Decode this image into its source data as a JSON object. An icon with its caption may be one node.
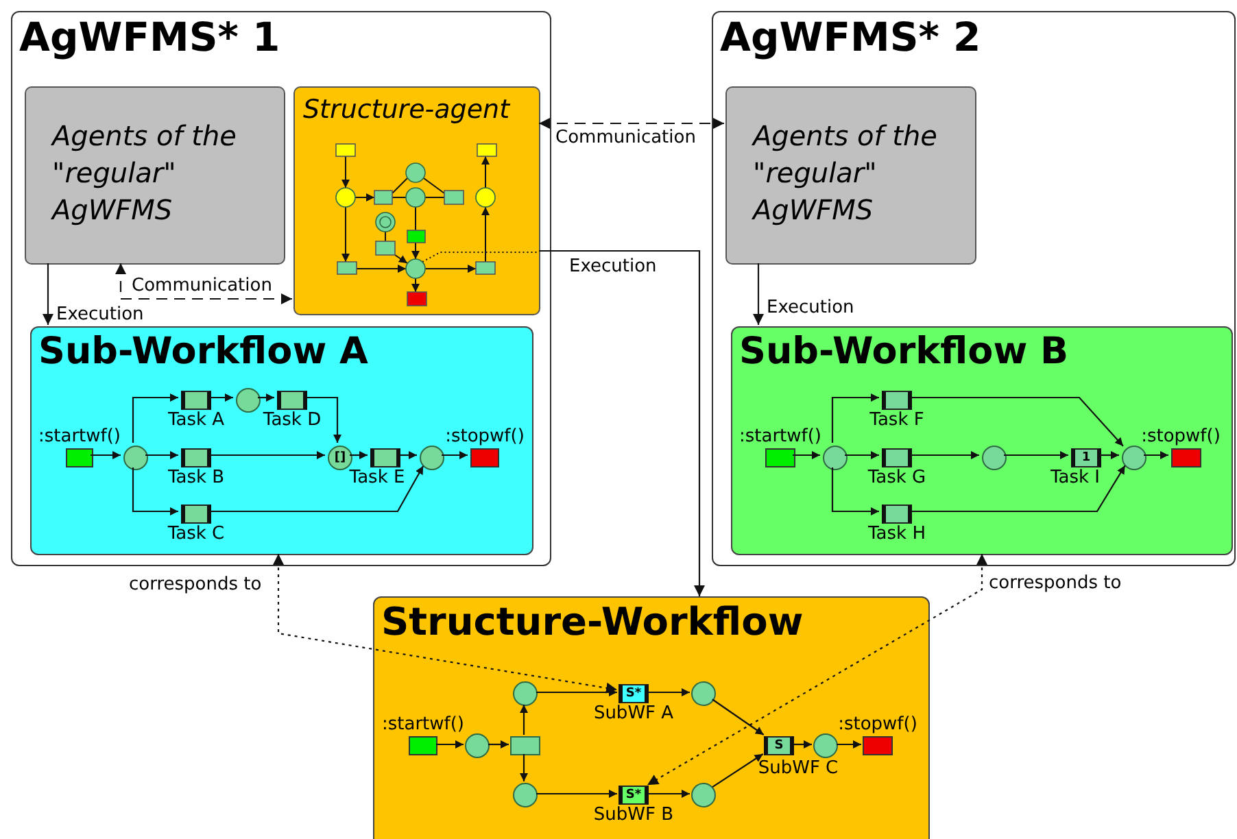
{
  "diagram": {
    "nodes": [
      {
        "text": [
          "AgWFMS* 1"
        ]
      },
      {
        "text": [
          "Agents of the \"regular\" AgWFMS"
        ],
        "in": 0
      },
      {
        "text": [
          "Structure-agent"
        ],
        "in": 0
      },
      {
        "text": [
          "Sub-Workflow A"
        ],
        "in": 0
      },
      {
        "text": [
          ":startwf()"
        ],
        "in": 3
      },
      {
        "text": [],
        "shape": "circle",
        "in": 3
      },
      {
        "text": [
          "Task A"
        ],
        "in": 3
      },
      {
        "text": [],
        "shape": "circle",
        "in": 3
      },
      {
        "text": [
          "Task D"
        ],
        "in": 3
      },
      {
        "text": [
          "Task B"
        ],
        "in": 3
      },
      {
        "text": [
          "[]"
        ],
        "in": 3
      },
      {
        "text": [
          "Task E"
        ],
        "in": 3
      },
      {
        "text": [
          "Task C"
        ],
        "in": 3
      },
      {
        "text": [],
        "shape": "circle",
        "in": 3
      },
      {
        "text": [
          ":stopwf()"
        ],
        "in": 3
      },
      {
        "text": [
          "AgWFMS* 2"
        ]
      },
      {
        "text": [
          "Agents of the \"regular\" AgWFMS"
        ],
        "in": 15
      },
      {
        "text": [
          "Sub-Workflow B"
        ],
        "in": 15
      },
      {
        "text": [
          ":startwf()"
        ],
        "in": 17
      },
      {
        "text": [],
        "shape": "circle",
        "in": 17
      },
      {
        "text": [
          "Task F"
        ],
        "in": 17
      },
      {
        "text": [
          "Task G"
        ],
        "in": 17
      },
      {
        "text": [
          "Task H"
        ],
        "in": 17
      },
      {
        "text": [],
        "shape": "circle",
        "in": 17
      },
      {
        "text": [
          "1",
          "Task I"
        ],
        "in": 17
      },
      {
        "text": [],
        "shape": "circle",
        "in": 17
      },
      {
        "text": [
          ":stopwf()"
        ],
        "in": 17
      },
      {
        "text": [
          "Structure-Workflow"
        ]
      },
      {
        "text": [
          ":startwf()"
        ],
        "in": 27
      },
      {
        "text": [],
        "shape": "circle",
        "in": 27
      },
      {
        "text": [],
        "shape": "box",
        "in": 27
      },
      {
        "text": [],
        "shape": "circle",
        "in": 27
      },
      {
        "text": [],
        "shape": "circle",
        "in": 27
      },
      {
        "text": [
          "S*",
          "SubWF A"
        ],
        "in": 27
      },
      {
        "text": [
          "S*",
          "SubWF B"
        ],
        "in": 27
      },
      {
        "text": [],
        "shape": "circle",
        "in": 27
      },
      {
        "text": [],
        "shape": "circle",
        "in": 27
      },
      {
        "text": [
          "S",
          "SubWF C"
        ],
        "in": 27
      },
      {
        "text": [],
        "shape": "circle",
        "in": 27
      },
      {
        "text": [
          ":stopwf()"
        ],
        "in": 27
      }
    ],
    "edges": [
      {
        "from": 1,
        "to": 3,
        "arrow": "to",
        "label": "Execution"
      },
      {
        "from": 1,
        "to": 2,
        "arrow": "both",
        "label": "Communication",
        "style": "dashed"
      },
      {
        "from": 2,
        "to": 16,
        "arrow": "both",
        "label": "Communication",
        "style": "dashed"
      },
      {
        "from": 2,
        "to": 27,
        "arrow": "to",
        "label": "Execution"
      },
      {
        "from": 16,
        "to": 17,
        "arrow": "to",
        "label": "Execution"
      },
      {
        "from": 3,
        "to": 33,
        "arrow": "both",
        "label": "corresponds to",
        "style": "dashed"
      },
      {
        "from": 17,
        "to": 34,
        "arrow": "both",
        "label": "corresponds to",
        "style": "dashed"
      },
      {
        "from": 4,
        "to": 5,
        "arrow": "to"
      },
      {
        "from": 5,
        "to": 6,
        "arrow": "to"
      },
      {
        "from": 6,
        "to": 7,
        "arrow": "to"
      },
      {
        "from": 7,
        "to": 8,
        "arrow": "to"
      },
      {
        "from": 8,
        "to": 10,
        "arrow": "to"
      },
      {
        "from": 5,
        "to": 9,
        "arrow": "to"
      },
      {
        "from": 9,
        "to": 10,
        "arrow": "to"
      },
      {
        "from": 10,
        "to": 11,
        "arrow": "to"
      },
      {
        "from": 11,
        "to": 13,
        "arrow": "to"
      },
      {
        "from": 5,
        "to": 12,
        "arrow": "to"
      },
      {
        "from": 12,
        "to": 13,
        "arrow": "to"
      },
      {
        "from": 13,
        "to": 14,
        "arrow": "to"
      },
      {
        "from": 18,
        "to": 19,
        "arrow": "to"
      },
      {
        "from": 19,
        "to": 20,
        "arrow": "to"
      },
      {
        "from": 19,
        "to": 21,
        "arrow": "to"
      },
      {
        "from": 19,
        "to": 22,
        "arrow": "to"
      },
      {
        "from": 21,
        "to": 23,
        "arrow": "to"
      },
      {
        "from": 23,
        "to": 24,
        "arrow": "to"
      },
      {
        "from": 24,
        "to": 25,
        "arrow": "to"
      },
      {
        "from": 20,
        "to": 25,
        "arrow": "to"
      },
      {
        "from": 22,
        "to": 25,
        "arrow": "to"
      },
      {
        "from": 25,
        "to": 26,
        "arrow": "to"
      },
      {
        "from": 28,
        "to": 29,
        "arrow": "to"
      },
      {
        "from": 29,
        "to": 30,
        "arrow": "to"
      },
      {
        "from": 30,
        "to": 31,
        "arrow": "to"
      },
      {
        "from": 30,
        "to": 32,
        "arrow": "to"
      },
      {
        "from": 31,
        "to": 33,
        "arrow": "to"
      },
      {
        "from": 32,
        "to": 34,
        "arrow": "to"
      },
      {
        "from": 33,
        "to": 35,
        "arrow": "to"
      },
      {
        "from": 34,
        "to": 36,
        "arrow": "to"
      },
      {
        "from": 35,
        "to": 37,
        "arrow": "to"
      },
      {
        "from": 36,
        "to": 37,
        "arrow": "to"
      },
      {
        "from": 37,
        "to": 38,
        "arrow": "to"
      },
      {
        "from": 38,
        "to": 39,
        "arrow": "to"
      }
    ]
  }
}
